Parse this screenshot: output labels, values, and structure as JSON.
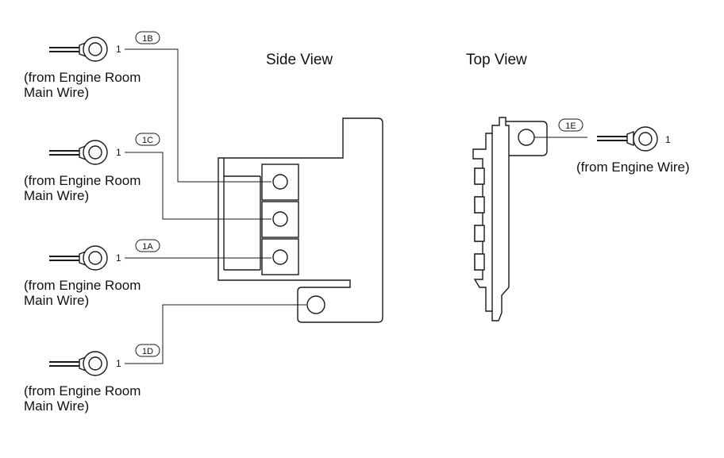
{
  "views": {
    "side": "Side View",
    "top": "Top View"
  },
  "terminals": [
    {
      "id": "1B",
      "pin": "1",
      "source_line1": "(from Engine Room",
      "source_line2": "Main Wire)"
    },
    {
      "id": "1C",
      "pin": "1",
      "source_line1": "(from Engine Room",
      "source_line2": "Main Wire)"
    },
    {
      "id": "1A",
      "pin": "1",
      "source_line1": "(from Engine Room",
      "source_line2": "Main Wire)"
    },
    {
      "id": "1D",
      "pin": "1",
      "source_line1": "(from Engine Room",
      "source_line2": "Main Wire)"
    },
    {
      "id": "1E",
      "pin": "1",
      "source_line1": "(from Engine Wire)"
    }
  ],
  "colors": {
    "line": "#1a1a1a",
    "background": "#ffffff"
  }
}
